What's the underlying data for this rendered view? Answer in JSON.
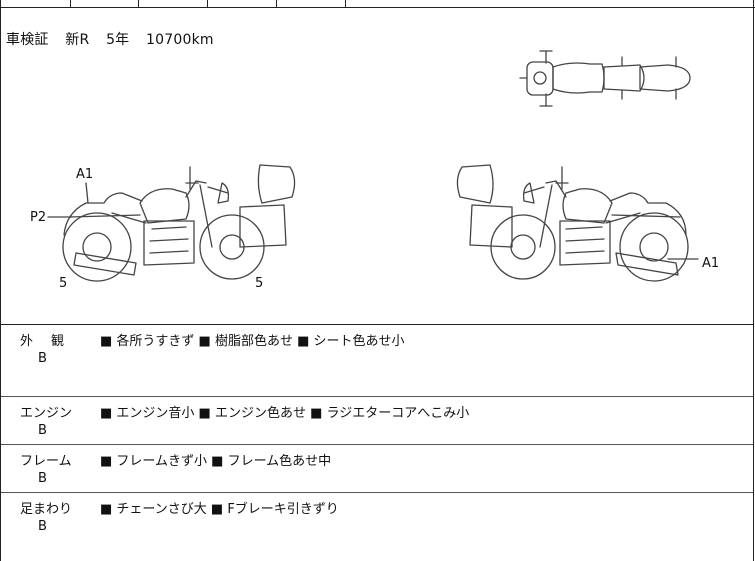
{
  "certificate": {
    "label": "車検証",
    "status": "新R",
    "period": "5年",
    "mileage": "10700km"
  },
  "diagram_labels": {
    "left_top": "A1",
    "left_side": "P2",
    "left_front_tire": "5",
    "left_rear_tire": "5",
    "right_wheel": "A1"
  },
  "sections": [
    {
      "category": "外観",
      "grade": "B",
      "notes": "■ 各所うすきず ■ 樹脂部色あせ ■ シート色あせ小"
    },
    {
      "category": "エンジン",
      "grade": "B",
      "notes": "■ エンジン音小 ■ エンジン色あせ ■ ラジエターコアへこみ小"
    },
    {
      "category": "フレーム",
      "grade": "B",
      "notes": "■ フレームきず小 ■ フレーム色あせ中"
    },
    {
      "category": "足まわり",
      "grade": "B",
      "notes": "■ チェーンさび大 ■ Fブレーキ引きずり"
    }
  ]
}
